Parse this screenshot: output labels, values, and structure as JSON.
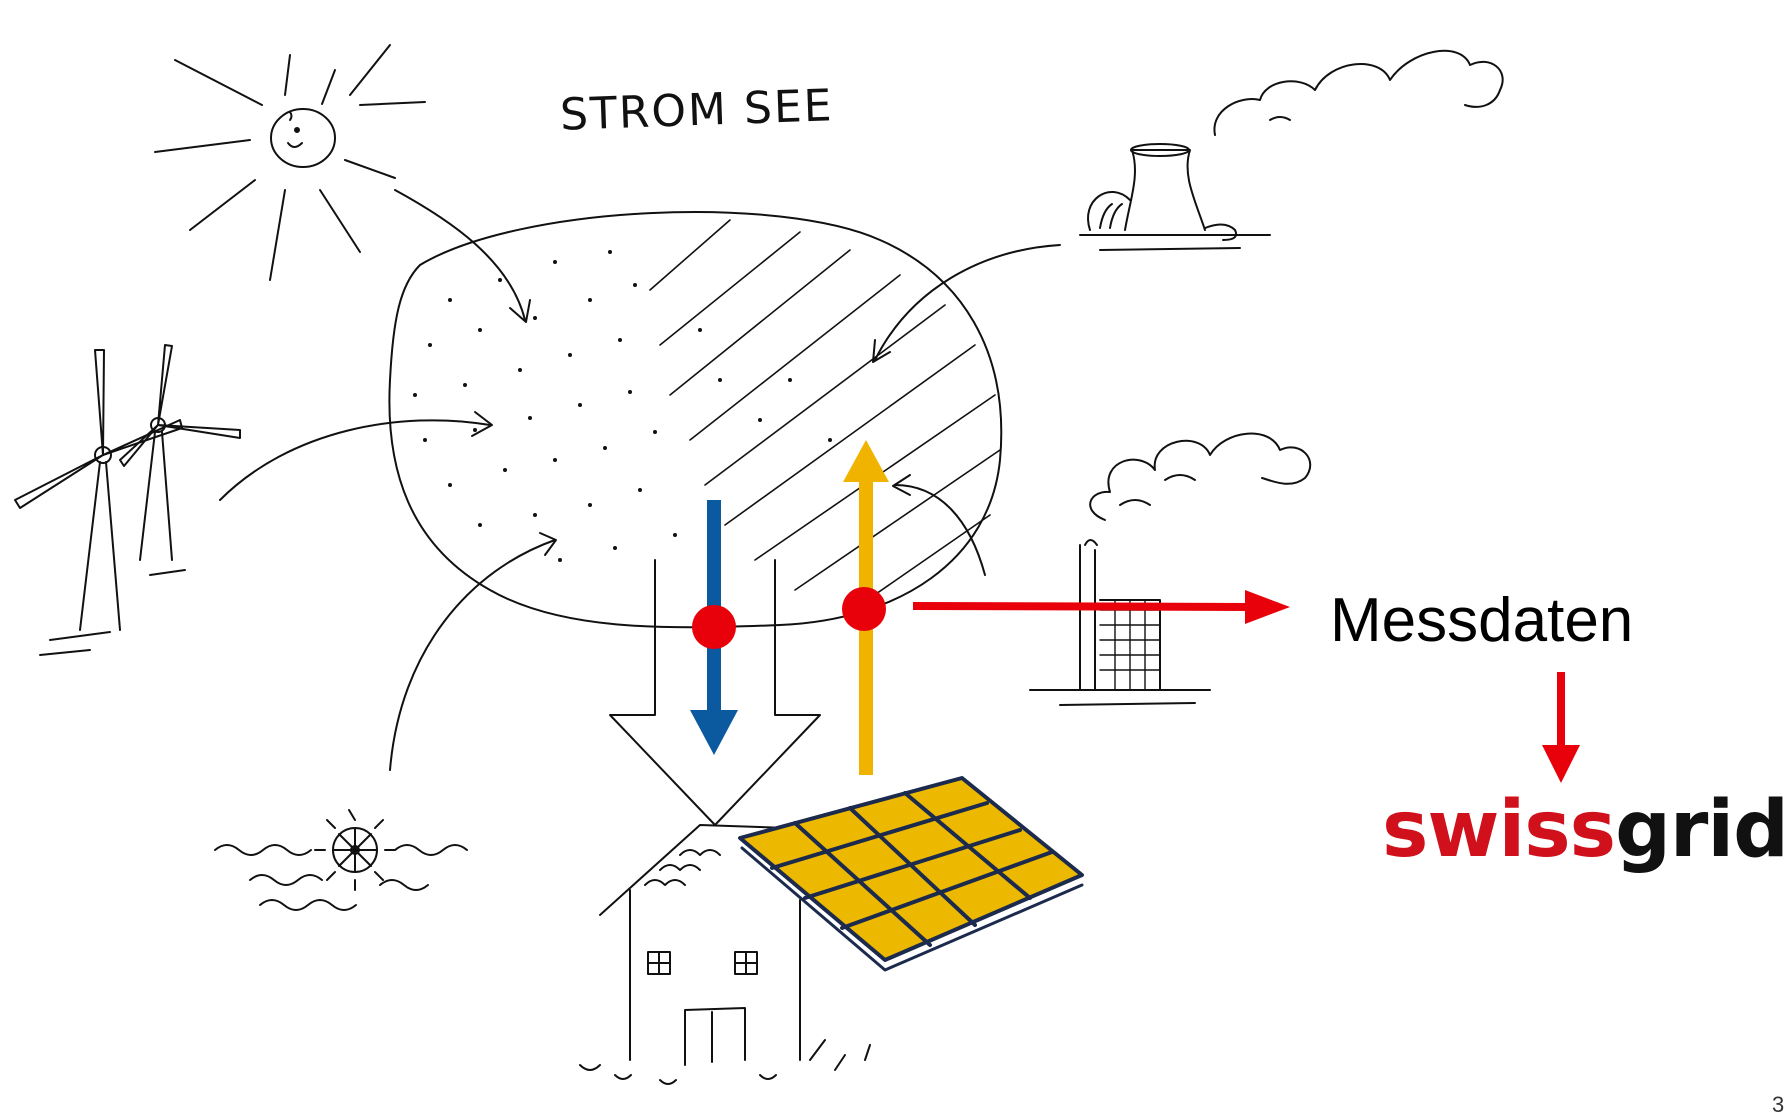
{
  "title": "STROM SEE",
  "measurement_label": "Messdaten",
  "logo": {
    "part1": "swiss",
    "part2": "grid"
  },
  "page_number": "3",
  "colors": {
    "consumption_arrow": "#0b5aa0",
    "production_arrow": "#f0b400",
    "measurement_point": "#e8000a",
    "measurement_arrow": "#e8000a",
    "solar_panel": "#ecb800",
    "panel_grid": "#1c2b4d",
    "logo_red": "#d0101a",
    "sketch_ink": "#111111"
  }
}
